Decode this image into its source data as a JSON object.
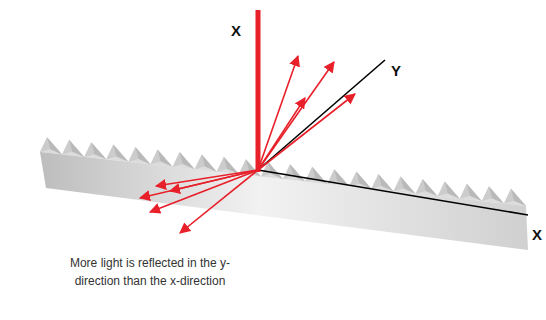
{
  "diagram": {
    "labels": [
      "X",
      "Y",
      "X",
      "More light is reflected in the y-direction than the x-direction"
    ]
  }
}
